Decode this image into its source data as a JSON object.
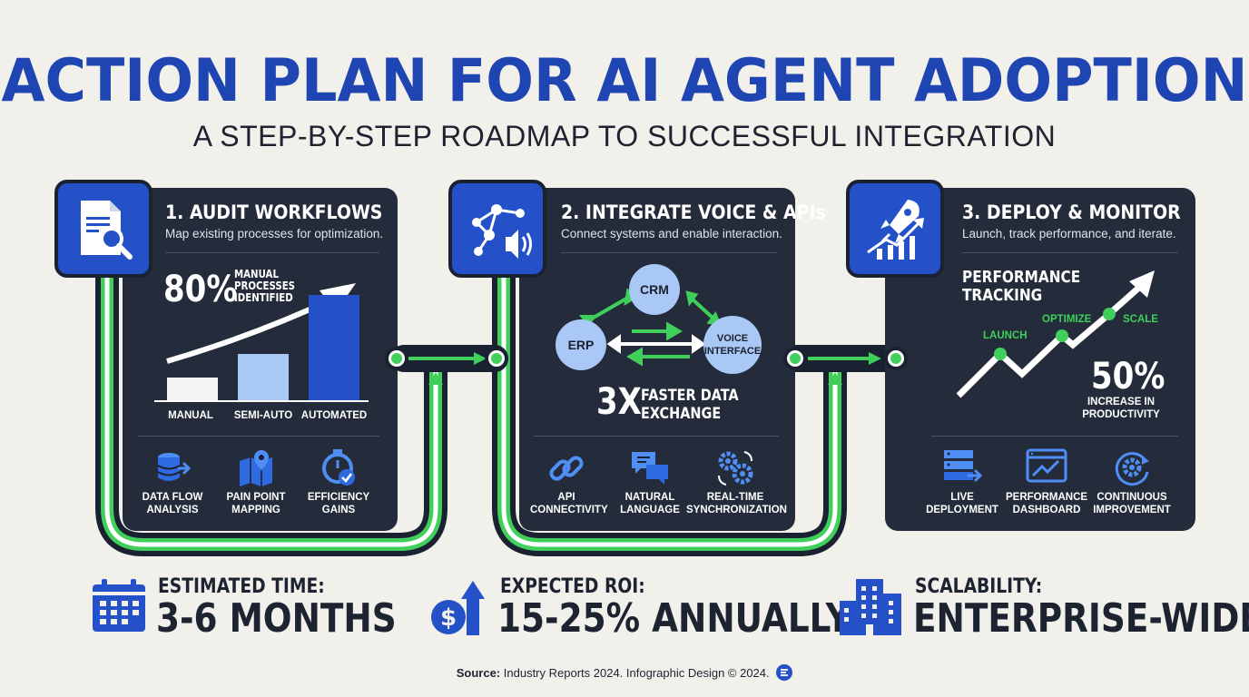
{
  "header": {
    "title": "ACTION PLAN FOR AI AGENT ADOPTION",
    "subtitle": "A STEP-BY-STEP ROADMAP TO SUCCESSFUL INTEGRATION"
  },
  "steps": [
    {
      "title": "1. AUDIT WORKFLOWS",
      "subtitle": "Map existing processes for optimization.",
      "stat_value": "80%",
      "stat_label_1": "MANUAL",
      "stat_label_2": "PROCESSES",
      "stat_label_3": "IDENTIFIED",
      "bars": [
        {
          "label": "MANUAL",
          "value": 0.2
        },
        {
          "label": "SEMI-AUTO",
          "value": 0.4
        },
        {
          "label": "AUTOMATED",
          "value": 0.9
        }
      ],
      "features": [
        {
          "icon": "database-icon",
          "line1": "DATA FLOW",
          "line2": "ANALYSIS"
        },
        {
          "icon": "map-pin-icon",
          "line1": "PAIN POINT",
          "line2": "MAPPING"
        },
        {
          "icon": "stopwatch-icon",
          "line1": "EFFICIENCY",
          "line2": "GAINS"
        }
      ]
    },
    {
      "title": "2. INTEGRATE VOICE & APIs",
      "subtitle": "Connect systems and enable interaction.",
      "nodes": {
        "crm": "CRM",
        "erp": "ERP",
        "voice_1": "VOICE",
        "voice_2": "INTERFACE"
      },
      "stat_value": "3X",
      "stat_label_1": "FASTER DATA",
      "stat_label_2": "EXCHANGE",
      "features": [
        {
          "icon": "link-icon",
          "line1": "API",
          "line2": "CONNECTIVITY"
        },
        {
          "icon": "chat-icon",
          "line1": "NATURAL",
          "line2": "LANGUAGE"
        },
        {
          "icon": "sync-gears-icon",
          "line1": "REAL-TIME",
          "line2": "SYNCHRONIZATION"
        }
      ]
    },
    {
      "title": "3. DEPLOY & MONITOR",
      "subtitle": "Launch, track performance, and iterate.",
      "perf_1": "PERFORMANCE",
      "perf_2": "TRACKING",
      "milestones": {
        "launch": "LAUNCH",
        "optimize": "OPTIMIZE",
        "scale": "SCALE"
      },
      "stat_value": "50%",
      "stat_label_1": "INCREASE IN",
      "stat_label_2": "PRODUCTIVITY",
      "features": [
        {
          "icon": "server-icon",
          "line1": "LIVE",
          "line2": "DEPLOYMENT"
        },
        {
          "icon": "dashboard-icon",
          "line1": "PERFORMANCE",
          "line2": "DASHBOARD"
        },
        {
          "icon": "cycle-gear-icon",
          "line1": "CONTINUOUS",
          "line2": "IMPROVEMENT"
        }
      ]
    }
  ],
  "footer": {
    "time_label": "ESTIMATED TIME:",
    "time_value": "3-6 MONTHS",
    "roi_label": "EXPECTED ROI:",
    "roi_value": "15-25% ANNUALLY",
    "scale_label": "SCALABILITY:",
    "scale_value": "ENTERPRISE-WIDE"
  },
  "source": {
    "label": "Source:",
    "text": "Industry Reports 2024. Infographic Design © 2024."
  },
  "colors": {
    "brand_blue": "#1f45b3",
    "panel": "#242c3b",
    "accent_green": "#3fcf5a",
    "icon_blue": "#2450c8",
    "light_blue": "#a9c8f5"
  }
}
